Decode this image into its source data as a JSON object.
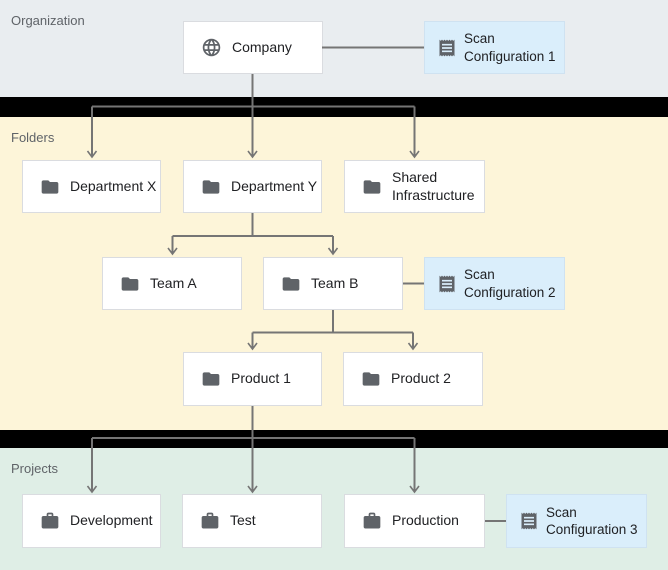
{
  "bands": {
    "organization": {
      "label": "Organization"
    },
    "folders": {
      "label": "Folders"
    },
    "projects": {
      "label": "Projects"
    }
  },
  "nodes": {
    "company": {
      "label": "Company",
      "icon": "globe-icon"
    },
    "department_x": {
      "label": "Department X",
      "icon": "folder-icon"
    },
    "department_y": {
      "label": "Department Y",
      "icon": "folder-icon"
    },
    "shared_infrastructure": {
      "label": "Shared Infrastructure",
      "icon": "folder-icon"
    },
    "team_a": {
      "label": "Team A",
      "icon": "folder-icon"
    },
    "team_b": {
      "label": "Team B",
      "icon": "folder-icon"
    },
    "product_1": {
      "label": "Product 1",
      "icon": "folder-icon"
    },
    "product_2": {
      "label": "Product 2",
      "icon": "folder-icon"
    },
    "development": {
      "label": "Development",
      "icon": "briefcase-icon"
    },
    "test": {
      "label": "Test",
      "icon": "briefcase-icon"
    },
    "production": {
      "label": "Production",
      "icon": "briefcase-icon"
    },
    "scan_configuration_1": {
      "label": "Scan Configuration 1",
      "icon": "scan-config-icon"
    },
    "scan_configuration_2": {
      "label": "Scan Configuration 2",
      "icon": "scan-config-icon"
    },
    "scan_configuration_3": {
      "label": "Scan Configuration 3",
      "icon": "scan-config-icon"
    }
  },
  "edges": [
    {
      "from": "company",
      "to": "scan_configuration_1",
      "type": "scan-association"
    },
    {
      "from": "company",
      "to": "department_x",
      "type": "hierarchy"
    },
    {
      "from": "company",
      "to": "department_y",
      "type": "hierarchy"
    },
    {
      "from": "company",
      "to": "shared_infrastructure",
      "type": "hierarchy"
    },
    {
      "from": "department_y",
      "to": "team_a",
      "type": "hierarchy"
    },
    {
      "from": "department_y",
      "to": "team_b",
      "type": "hierarchy"
    },
    {
      "from": "team_b",
      "to": "scan_configuration_2",
      "type": "scan-association"
    },
    {
      "from": "team_b",
      "to": "product_1",
      "type": "hierarchy"
    },
    {
      "from": "team_b",
      "to": "product_2",
      "type": "hierarchy"
    },
    {
      "from": "product_1",
      "to": "development",
      "type": "hierarchy"
    },
    {
      "from": "product_1",
      "to": "test",
      "type": "hierarchy"
    },
    {
      "from": "product_1",
      "to": "production",
      "type": "hierarchy"
    },
    {
      "from": "production",
      "to": "scan_configuration_3",
      "type": "scan-association"
    }
  ],
  "colors": {
    "organization_band": "#e9edf0",
    "folders_band": "#fdf5d9",
    "projects_band": "#dfeee6",
    "separator": "#000000",
    "node_bg": "#ffffff",
    "node_border": "#dadce0",
    "scan_config_bg": "#daeefb",
    "scan_config_border": "#cfe2f1",
    "connector": "#757575",
    "icon": "#5f6368",
    "label_text": "#202124",
    "band_label_text": "#5f6368"
  }
}
